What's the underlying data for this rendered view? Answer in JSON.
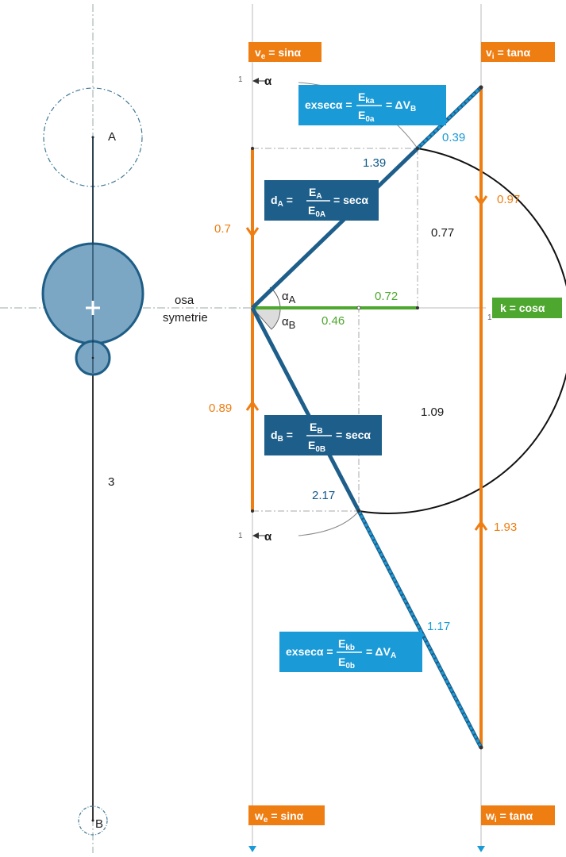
{
  "points": {
    "A": "A",
    "B": "B"
  },
  "circle_number": "3",
  "axis_label": [
    "osa",
    "symetrie"
  ],
  "scale_one": "1",
  "alpha": "α",
  "alpha_a": [
    "α",
    "A"
  ],
  "alpha_b": [
    "α",
    "B"
  ],
  "values": {
    "v_top": "0.7",
    "v_bottom": "0.89",
    "d_a_len": "1.39",
    "d_b_len": "2.17",
    "exsec_top": "0.39",
    "exsec_bottom": "1.17",
    "tan_top": "0.97",
    "tan_bottom": "1.93",
    "cos_a": "0.72",
    "cos_b": "0.46",
    "arc_top": "0.77",
    "arc_bottom": "1.09"
  },
  "boxes": {
    "ve": {
      "main": "v",
      "sub": "e",
      "rest": " = sinα"
    },
    "vi": {
      "main": "v",
      "sub": "i",
      "rest": " = tanα"
    },
    "we": {
      "main": "w",
      "sub": "e",
      "rest": " = sinα"
    },
    "wi": {
      "main": "w",
      "sub": "i",
      "rest": " = tanα"
    },
    "k": {
      "text": "k = cosα"
    },
    "exsec_top": {
      "lhs": "exsecα =",
      "num": "E",
      "num_sub": "ka",
      "den": "E",
      "den_sub": "0a",
      "rhs": "= ΔV",
      "rhs_sub": "B"
    },
    "exsec_bottom": {
      "lhs": "exsecα =",
      "num": "E",
      "num_sub": "kb",
      "den": "E",
      "den_sub": "0b",
      "rhs": "= ΔV",
      "rhs_sub": "A"
    },
    "d_a": {
      "lhs": "d",
      "lhs_sub": "A",
      "eq": "=",
      "num": "E",
      "num_sub": "A",
      "den": "E",
      "den_sub": "0A",
      "rhs": "= secα"
    },
    "d_b": {
      "lhs": "d",
      "lhs_sub": "B",
      "eq": "=",
      "num": "E",
      "num_sub": "B",
      "den": "E",
      "den_sub": "0B",
      "rhs": "= secα"
    }
  },
  "colors": {
    "orange": "#ee7d12",
    "dark_blue": "#0f5a8a",
    "light_blue": "#1a9ad6",
    "green": "#4ea72e",
    "circle_fill": "#7ba7c4"
  }
}
